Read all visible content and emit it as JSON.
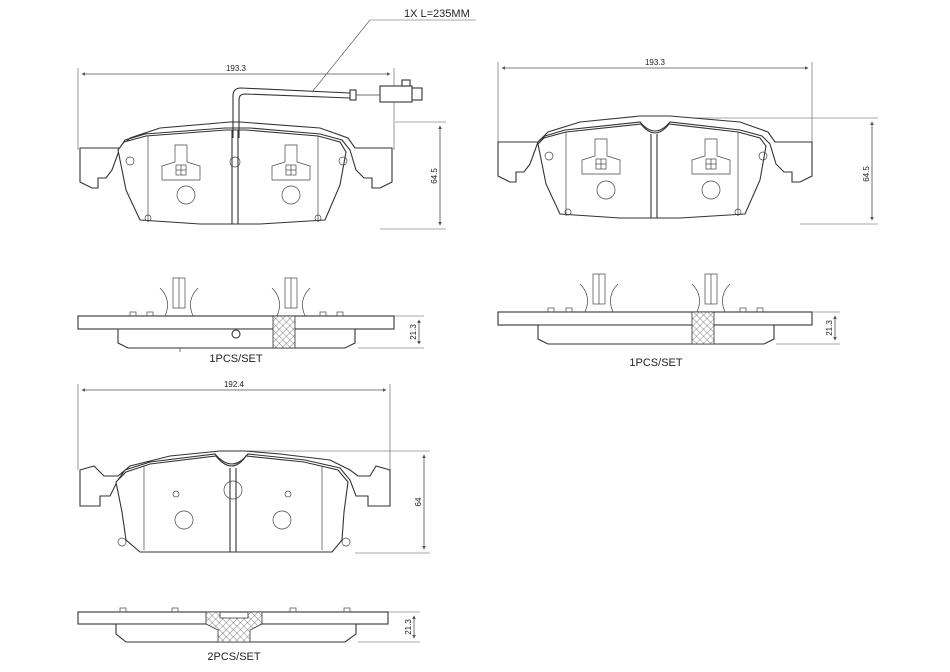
{
  "wire_note": "1X L=235MM",
  "pads": {
    "top_left": {
      "width_dim": "193.3",
      "height_dim": "64.5",
      "thickness_dim": "21.3",
      "set_label": "1PCS/SET"
    },
    "top_right": {
      "width_dim": "193.3",
      "height_dim": "64.5",
      "thickness_dim": "21.3",
      "set_label": "1PCS/SET"
    },
    "bottom": {
      "width_dim": "192.4",
      "height_dim": "64",
      "thickness_dim": "21.3",
      "set_label": "2PCS/SET"
    }
  }
}
